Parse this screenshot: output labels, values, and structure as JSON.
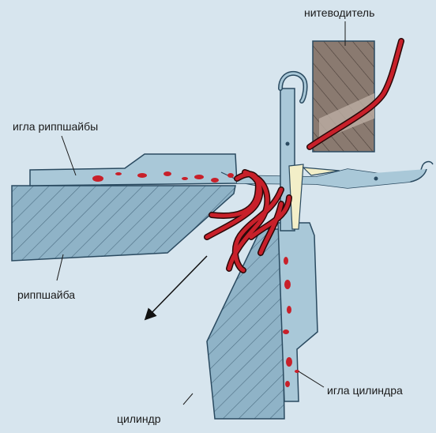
{
  "labels": {
    "yarn_guide": "нитеводитель",
    "dial_needle": "игла риппшайбы",
    "dial": "риппшайба",
    "cylinder_needle": "игла цилиндра",
    "cylinder": "цилиндр"
  },
  "colors": {
    "background": "#d7e5ee",
    "metal": "#8fb3c7",
    "metal_light": "#a9c8d8",
    "outline": "#2a4a60",
    "yarn": "#c8202a",
    "guide_body": "#8a7a70",
    "latch": "#f3efc8"
  },
  "icons": {
    "motion": "arrow-down-left-icon"
  }
}
